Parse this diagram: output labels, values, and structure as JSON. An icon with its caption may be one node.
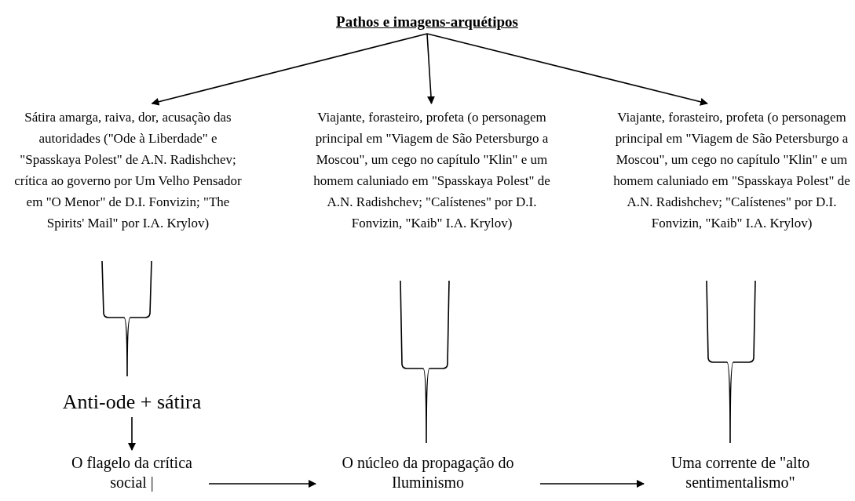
{
  "diagram": {
    "nodes": [
      {
        "text": [
          "Pathos e imagens-arquétipos"
        ]
      },
      {
        "text": [
          "Sátira amarga, raiva, dor, acusação das autoridades (\"Ode à Liberdade\" e \"Spasskaya Polest\" de A.N. Radishchev; crítica ao governo por Um Velho Pensador em \"O Menor\" de D.I. Fonvizin; \"The Spirits' Mail\" por I.A. Krylov)"
        ]
      },
      {
        "text": [
          "Viajante, forasteiro, profeta (o personagem principal em \"Viagem de São Petersburgo a Moscou\", um cego no capítulo \"Klin\" e um homem caluniado em \"Spasskaya Polest\" de A.N. Radishchev; \"Calístenes\" por D.I. Fonvizin, \"Kaib\" I.A. Krylov)"
        ]
      },
      {
        "text": [
          "Viajante, forasteiro, profeta (o personagem principal em \"Viagem de São Petersburgo a Moscou\", um cego no capítulo \"Klin\" e um homem caluniado em \"Spasskaya Polest\" de A.N. Radishchev; \"Calístenes\" por D.I. Fonvizin, \"Kaib\" I.A. Krylov)"
        ]
      },
      {
        "text": [
          "Anti-ode + sátira"
        ]
      },
      {
        "text": [
          "O flagelo da crítica social |"
        ]
      },
      {
        "text": [
          "O núcleo da propagação do Iluminismo"
        ]
      },
      {
        "text": [
          "Uma corrente de \"alto sentimentalismo\""
        ]
      }
    ],
    "edges": [
      {
        "from": 0,
        "to": 1,
        "arrow": "to"
      },
      {
        "from": 0,
        "to": 2,
        "arrow": "to"
      },
      {
        "from": 0,
        "to": 3,
        "arrow": "to"
      },
      {
        "from": 4,
        "to": 5,
        "arrow": "to"
      },
      {
        "from": 5,
        "to": 6,
        "arrow": "to"
      },
      {
        "from": 6,
        "to": 7,
        "arrow": "to"
      }
    ]
  }
}
